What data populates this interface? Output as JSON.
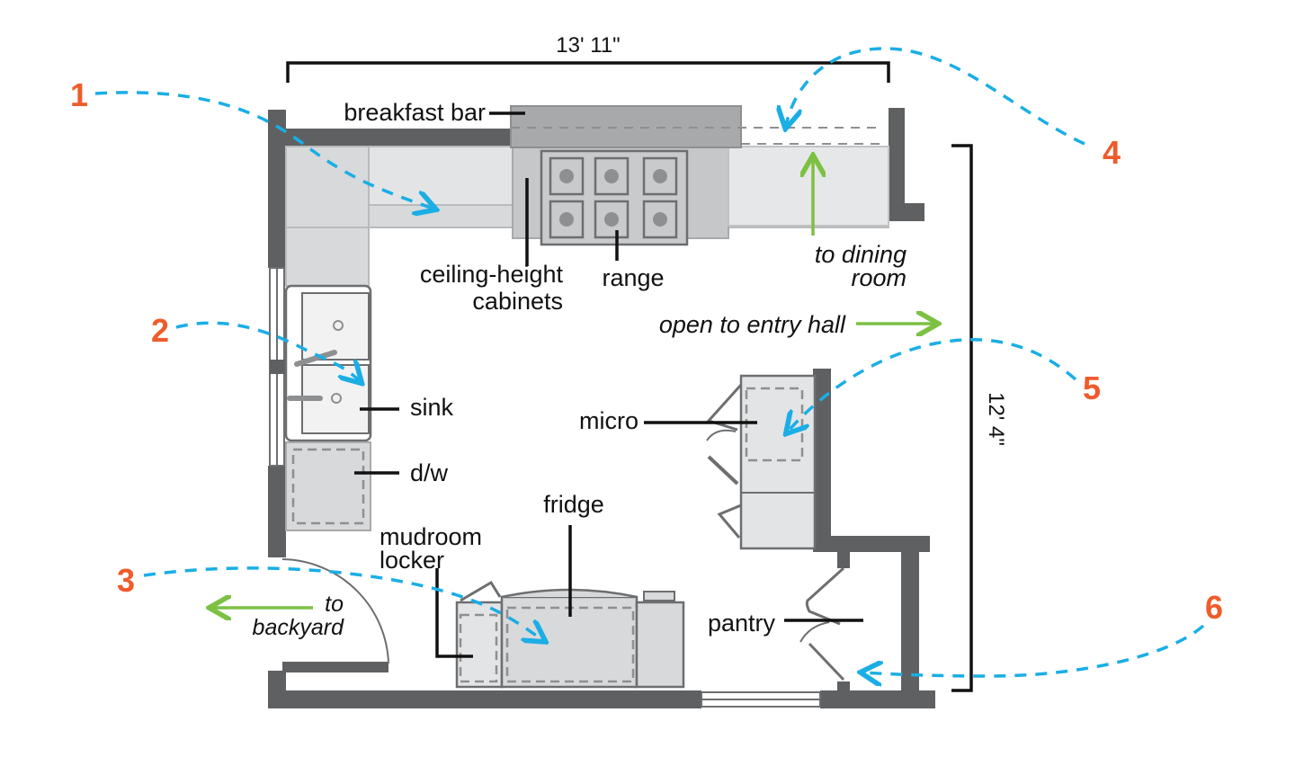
{
  "colors": {
    "wall": "#5f6062",
    "cabinet": "#d8d9db",
    "cabinet_dark": "#a8a9ab",
    "appliance_line": "#6d6e70",
    "callout_blue": "#1aaee5",
    "number_orange": "#ef5b2b",
    "arrow_green": "#7dc143",
    "text": "#111111"
  },
  "dimensions": {
    "width": "13' 11\"",
    "height": "12' 4\""
  },
  "labels": {
    "breakfast_bar": "breakfast bar",
    "cabinets_line1": "ceiling-height",
    "cabinets_line2": "cabinets",
    "range": "range",
    "dining_line1": "to dining",
    "dining_line2": "room",
    "entry_hall": "open to entry hall",
    "sink": "sink",
    "dw": "d/w",
    "micro": "micro",
    "fridge": "fridge",
    "mudroom_line1": "mudroom",
    "mudroom_line2": "locker",
    "backyard_line1": "to",
    "backyard_line2": "backyard",
    "pantry": "pantry"
  },
  "callouts": [
    "1",
    "2",
    "3",
    "4",
    "5",
    "6"
  ]
}
